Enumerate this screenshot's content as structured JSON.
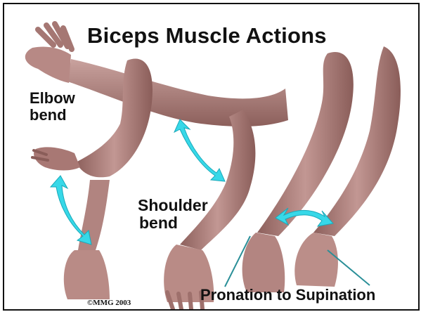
{
  "title": "Biceps Muscle Actions",
  "labels": {
    "elbow_line1": "Elbow",
    "elbow_line2": "bend",
    "shoulder_line1": "Shoulder",
    "shoulder_line2": "bend",
    "pronation": "Pronation to Supination"
  },
  "copyright": "©MMG 2003",
  "colors": {
    "skin": "#b98b86",
    "skin_shadow": "#7a514f",
    "arrow": "#37d8e8",
    "pointer_line": "#2a8f98"
  },
  "icons": {
    "arrow": "double-headed-curved-arrow"
  }
}
